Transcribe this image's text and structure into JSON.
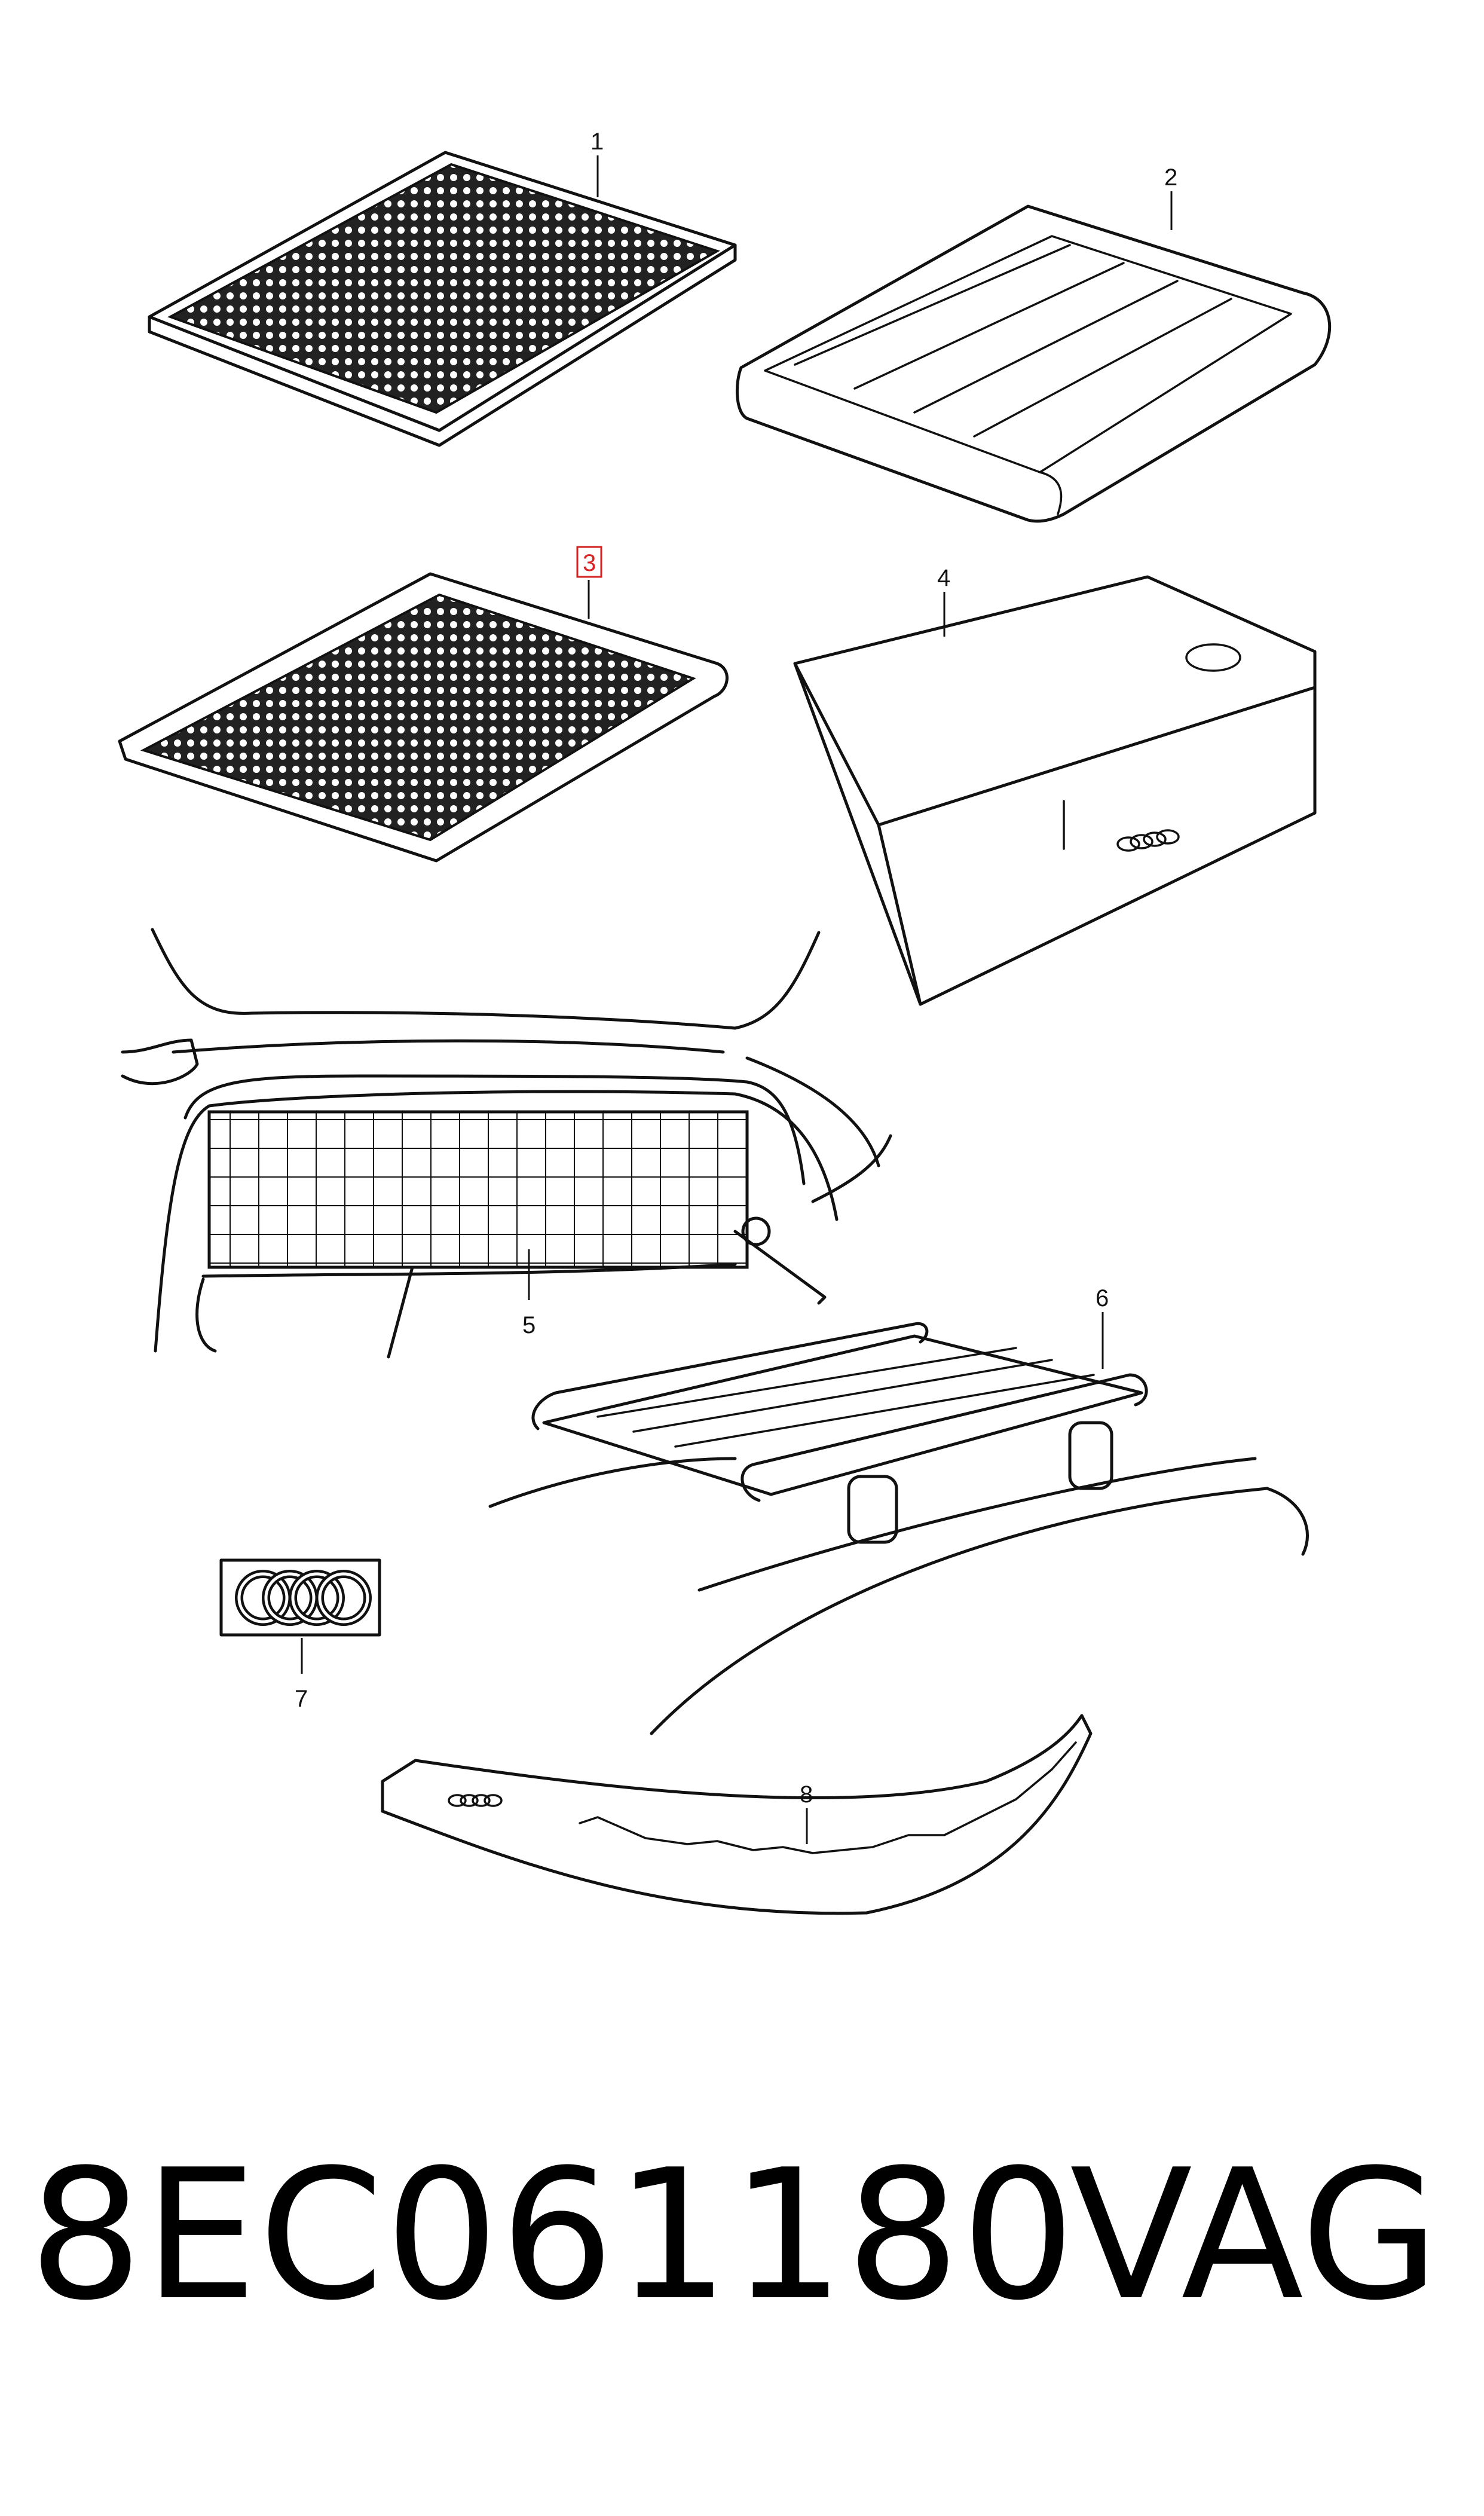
{
  "callouts": [
    "1",
    "2",
    "3",
    "4",
    "5",
    "6",
    "7",
    "8"
  ],
  "highlighted_callout": "3",
  "highlight_color": "#d22222",
  "footer": {
    "part_number": "8EC061180",
    "brand": "VAG"
  }
}
